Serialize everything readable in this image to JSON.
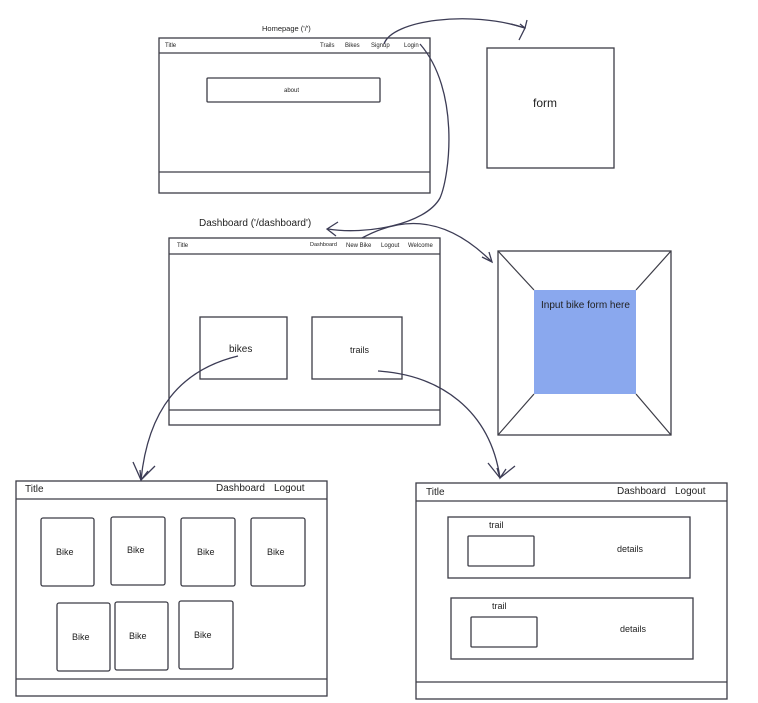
{
  "homepage": {
    "heading": "Homepage ('/')",
    "title": "Title",
    "nav": [
      "Trails",
      "Bikes",
      "Signup",
      "Login"
    ],
    "about": "about"
  },
  "form_page": {
    "label": "form"
  },
  "dashboard": {
    "heading": "Dashboard ('/dashboard')",
    "title": "Title",
    "nav": [
      "Dashboard",
      "New Bike",
      "Logout",
      "Welcome"
    ],
    "cards": [
      "bikes",
      "trails"
    ]
  },
  "bike_form_modal": {
    "text": "Input bike form here",
    "fill_color": "#8aa8ee"
  },
  "bikes_page": {
    "title": "Title",
    "nav": [
      "Dashboard",
      "Logout"
    ],
    "cards": [
      "Bike",
      "Bike",
      "Bike",
      "Bike",
      "Bike",
      "Bike",
      "Bike"
    ]
  },
  "trails_page": {
    "title": "Title",
    "nav": [
      "Dashboard",
      "Logout"
    ],
    "rows": [
      {
        "label": "trail",
        "details": "details"
      },
      {
        "label": "trail",
        "details": "details"
      }
    ]
  }
}
